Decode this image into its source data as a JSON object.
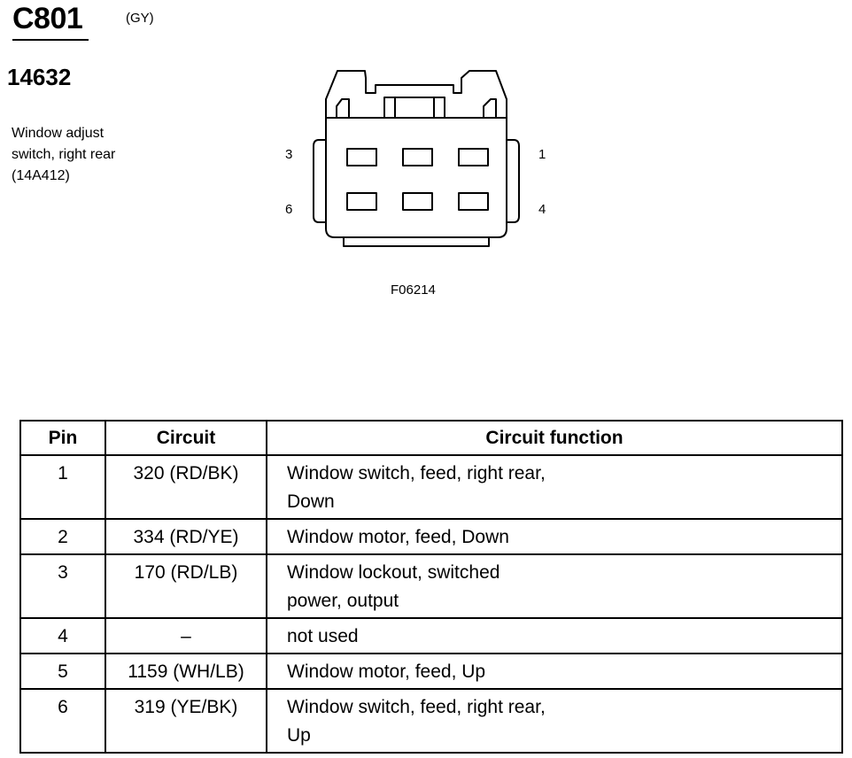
{
  "connector": {
    "id": "C801",
    "color": "(GY)",
    "part_number": "14632",
    "description_lines": [
      "Window adjust",
      "switch, right rear",
      "(14A412)"
    ],
    "figure_code": "F06214",
    "pin_labels": {
      "top_left": "3",
      "bottom_left": "6",
      "top_right": "1",
      "bottom_right": "4"
    }
  },
  "table": {
    "headers": {
      "pin": "Pin",
      "circuit": "Circuit",
      "function": "Circuit function"
    },
    "rows": [
      {
        "pin": "1",
        "circuit": "320 (RD/BK)",
        "function": "Window switch, feed, right rear, Down"
      },
      {
        "pin": "2",
        "circuit": "334 (RD/YE)",
        "function": "Window motor, feed, Down"
      },
      {
        "pin": "3",
        "circuit": "170 (RD/LB)",
        "function": "Window lockout, switched power, output"
      },
      {
        "pin": "4",
        "circuit": "–",
        "function": "not used"
      },
      {
        "pin": "5",
        "circuit": "1159 (WH/LB)",
        "function": "Window motor, feed, Up"
      },
      {
        "pin": "6",
        "circuit": "319 (YE/BK)",
        "function": "Window switch, feed, right rear, Up"
      }
    ]
  }
}
